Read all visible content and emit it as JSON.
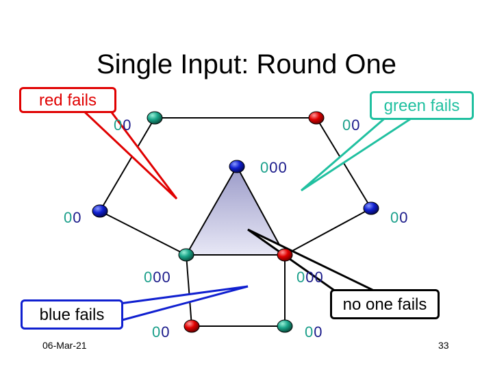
{
  "title": "Single Input: Round One",
  "callouts": {
    "red": "red fails",
    "green": "green fails",
    "blue": "blue fails",
    "noone": "no one fails"
  },
  "footer": {
    "date": "06-Mar-21",
    "page": "33"
  },
  "node_labels": {
    "top_left": "00",
    "top_right": "00",
    "center": "000",
    "left": "00",
    "right": "00",
    "mid_left": "000",
    "mid_right": "000",
    "bottom_left": "00",
    "bottom_right": "00"
  },
  "colors": {
    "red": "#e00000",
    "green": "#1aa589",
    "blue": "#1020d0",
    "triangle_light": "#e6e6f4",
    "triangle_dark": "#7b7bb0"
  }
}
